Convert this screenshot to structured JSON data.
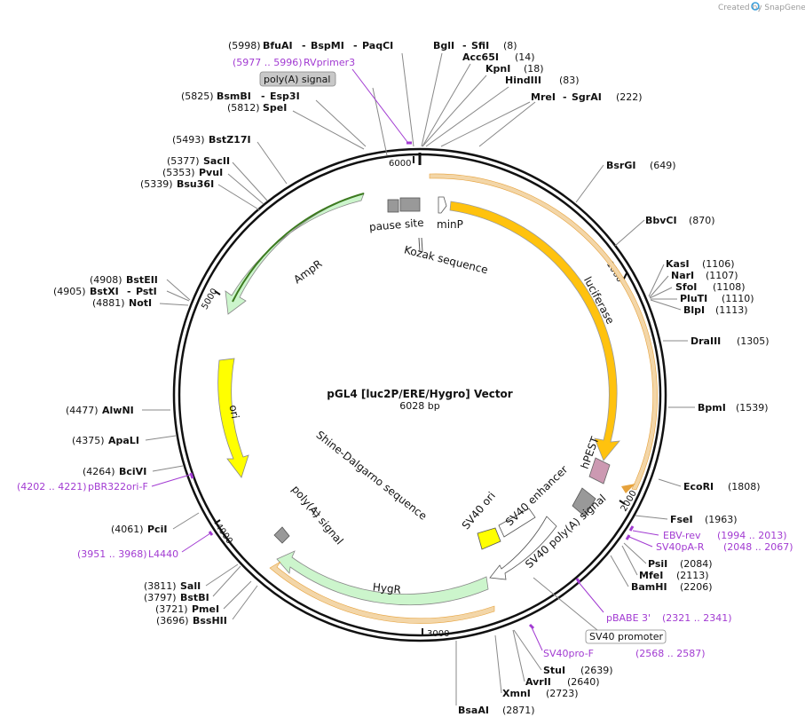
{
  "credit": "Created by SnapGene",
  "plasmid": {
    "name": "pGL4 [luc2P/ERE/Hygro] Vector",
    "length_label": "6028 bp"
  },
  "ticks": [
    "1000",
    "2000",
    "3000",
    "4000",
    "5000",
    "6000"
  ],
  "enzymes": [
    {
      "id": "bfuai",
      "text": "BfuAI",
      "pos": "(5998)",
      "sep": "-"
    },
    {
      "id": "bsmpi",
      "text": "BspMI",
      "sep": "-"
    },
    {
      "id": "paqci",
      "text": "PaqCI"
    },
    {
      "id": "bgli",
      "text": "BglI",
      "sep": "-"
    },
    {
      "id": "sfii",
      "text": "SfiI",
      "pos": "(8)"
    },
    {
      "id": "acc65i",
      "text": "Acc65I",
      "pos": "(14)"
    },
    {
      "id": "kpni",
      "text": "KpnI",
      "pos": "(18)"
    },
    {
      "id": "hindiii",
      "text": "HindIII",
      "pos": "(83)"
    },
    {
      "id": "mrei",
      "text": "MreI",
      "sep": "-"
    },
    {
      "id": "sgrai",
      "text": "SgrAI",
      "pos": "(222)"
    },
    {
      "id": "bsmbi",
      "text": "BsmBI",
      "pos": "(5825)",
      "sep": "-"
    },
    {
      "id": "esp3i",
      "text": "Esp3I"
    },
    {
      "id": "spei",
      "text": "SpeI",
      "pos": "(5812)"
    },
    {
      "id": "bstz17i",
      "text": "BstZ17I",
      "pos": "(5493)"
    },
    {
      "id": "sacii",
      "text": "SacII",
      "pos": "(5377)"
    },
    {
      "id": "pvui",
      "text": "PvuI",
      "pos": "(5353)"
    },
    {
      "id": "bsu36i",
      "text": "Bsu36I",
      "pos": "(5339)"
    },
    {
      "id": "bsrgi",
      "text": "BsrGI",
      "pos": "(649)"
    },
    {
      "id": "bbvci",
      "text": "BbvCI",
      "pos": "(870)"
    },
    {
      "id": "kasi",
      "text": "KasI",
      "pos": "(1106)"
    },
    {
      "id": "nari",
      "text": "NarI",
      "pos": "(1107)"
    },
    {
      "id": "sfoi",
      "text": "SfoI",
      "pos": "(1108)"
    },
    {
      "id": "pluti",
      "text": "PluTI",
      "pos": "(1110)"
    },
    {
      "id": "blpi",
      "text": "BlpI",
      "pos": "(1113)"
    },
    {
      "id": "draiii",
      "text": "DraIII",
      "pos": "(1305)"
    },
    {
      "id": "bpmi",
      "text": "BpmI",
      "pos": "(1539)"
    },
    {
      "id": "ecori",
      "text": "EcoRI",
      "pos": "(1808)"
    },
    {
      "id": "fsei",
      "text": "FseI",
      "pos": "(1963)"
    },
    {
      "id": "psii",
      "text": "PsiI",
      "pos": "(2084)"
    },
    {
      "id": "mfei",
      "text": "MfeI",
      "pos": "(2113)"
    },
    {
      "id": "bamhi",
      "text": "BamHI",
      "pos": "(2206)"
    },
    {
      "id": "stui",
      "text": "StuI",
      "pos": "(2639)"
    },
    {
      "id": "avrii",
      "text": "AvrII",
      "pos": "(2640)"
    },
    {
      "id": "xmni",
      "text": "XmnI",
      "pos": "(2723)"
    },
    {
      "id": "bsaai",
      "text": "BsaAI",
      "pos": "(2871)"
    },
    {
      "id": "bsteii",
      "text": "BstEII",
      "pos": "(4908)"
    },
    {
      "id": "bstxi",
      "text": "BstXI",
      "pos": "(4905)",
      "sep": "-"
    },
    {
      "id": "psti",
      "text": "PstI"
    },
    {
      "id": "noti",
      "text": "NotI",
      "pos": "(4881)"
    },
    {
      "id": "alwni",
      "text": "AlwNI",
      "pos": "(4477)"
    },
    {
      "id": "apali",
      "text": "ApaLI",
      "pos": "(4375)"
    },
    {
      "id": "bcivi",
      "text": "BciVI",
      "pos": "(4264)"
    },
    {
      "id": "pcii",
      "text": "PciI",
      "pos": "(4061)"
    },
    {
      "id": "sali",
      "text": "SalI",
      "pos": "(3811)"
    },
    {
      "id": "bstbi",
      "text": "BstBI",
      "pos": "(3797)"
    },
    {
      "id": "pmei",
      "text": "PmeI",
      "pos": "(3721)"
    },
    {
      "id": "bsshii",
      "text": "BssHII",
      "pos": "(3696)"
    }
  ],
  "primers": [
    {
      "id": "rvprimer3",
      "range": "(5977 .. 5996)",
      "name": "RVprimer3"
    },
    {
      "id": "pbr322ori-f",
      "range": "(4202 .. 4221)",
      "name": "pBR322ori-F"
    },
    {
      "id": "l4440",
      "range": "(3951 .. 3968)",
      "name": "L4440"
    },
    {
      "id": "ebv-rev",
      "name": "EBV-rev",
      "range": "(1994 .. 2013)"
    },
    {
      "id": "sv40pa-r",
      "name": "SV40pA-R",
      "range": "(2048 .. 2067)"
    },
    {
      "id": "pbabe3",
      "name": "pBABE 3'",
      "range": "(2321 .. 2341)"
    },
    {
      "id": "sv40pro-f",
      "name": "SV40pro-F",
      "range": "(2568 .. 2587)"
    }
  ],
  "features": {
    "luciferase": "luciferase",
    "hpest": "hPEST",
    "minp": "minP",
    "kozak": "Kozak sequence",
    "pause_site": "pause site",
    "ampr": "AmpR",
    "ori": "ori",
    "hygr": "HygR",
    "polya_signal": "poly(A) signal",
    "shine": "Shine-Dalgarno sequence",
    "sv40_ori": "SV40 ori",
    "sv40_enhancer": "SV40 enhancer",
    "sv40_polya": "SV40 poly(A) signal"
  },
  "boxed": {
    "polya_top": "poly(A) signal",
    "sv40_promoter": "SV40 promoter"
  },
  "colors": {
    "luciferase": "#ffc20e",
    "ampr": "#ccf5cc",
    "ori": "#ffff00",
    "hygr": "#ccf5cc",
    "hpest": "#cc99b2",
    "polya": "#999999",
    "primer": "#a23bd2",
    "backbone": "#111111"
  }
}
